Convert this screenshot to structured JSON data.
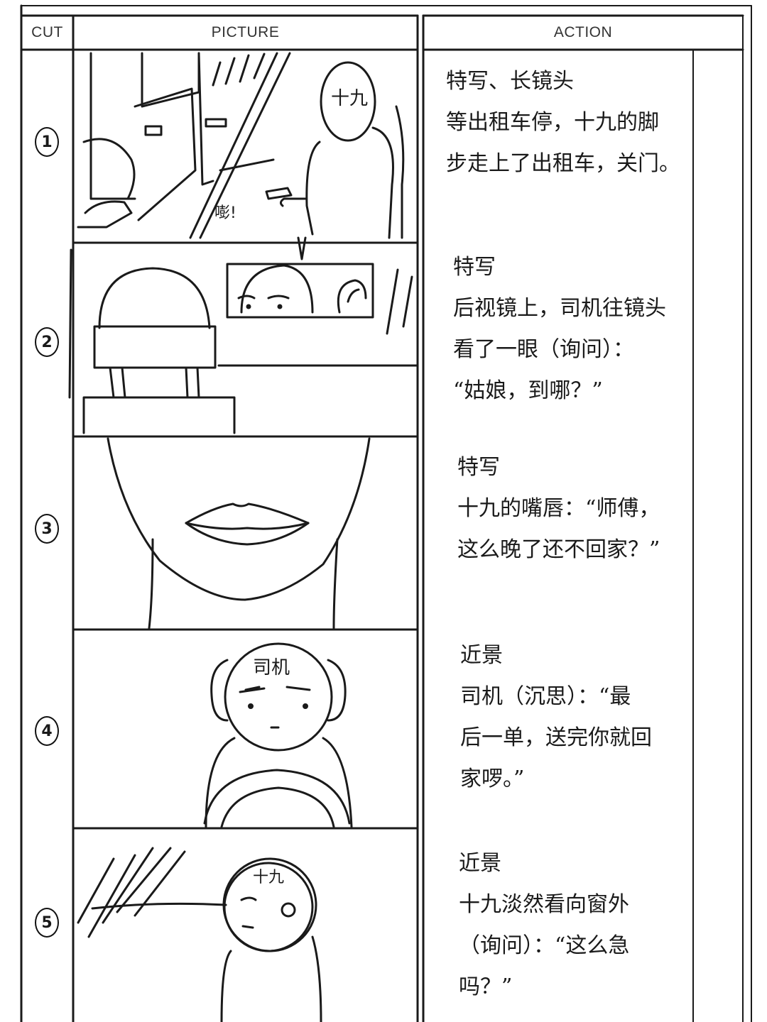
{
  "headers": {
    "cut": "CUT",
    "picture": "PICTURE",
    "action": "ACTION"
  },
  "cuts": [
    {
      "number": "1",
      "sketch_labels": [
        "十九",
        "嘭!"
      ],
      "action_lines": [
        "特写、长镜头",
        "等出租车停，十九的脚",
        "步走上了出租车，关门。"
      ]
    },
    {
      "number": "2",
      "sketch_labels": [],
      "action_lines": [
        "特写",
        "后视镜上，司机往镜头",
        "看了一眼（询问）：",
        "“姑娘，到哪？”"
      ]
    },
    {
      "number": "3",
      "sketch_labels": [],
      "action_lines": [
        "特写",
        "十九的嘴唇：“师傅，",
        "这么晚了还不回家？”"
      ]
    },
    {
      "number": "4",
      "sketch_labels": [
        "司机"
      ],
      "action_lines": [
        "近景",
        "司机（沉思）：“最",
        "后一单，送完你就回",
        "家啰。”"
      ]
    },
    {
      "number": "5",
      "sketch_labels": [
        "十九"
      ],
      "action_lines": [
        "近景",
        "十九淡然看向窗外",
        "（询问）：“这么急",
        "吗？”"
      ]
    }
  ]
}
